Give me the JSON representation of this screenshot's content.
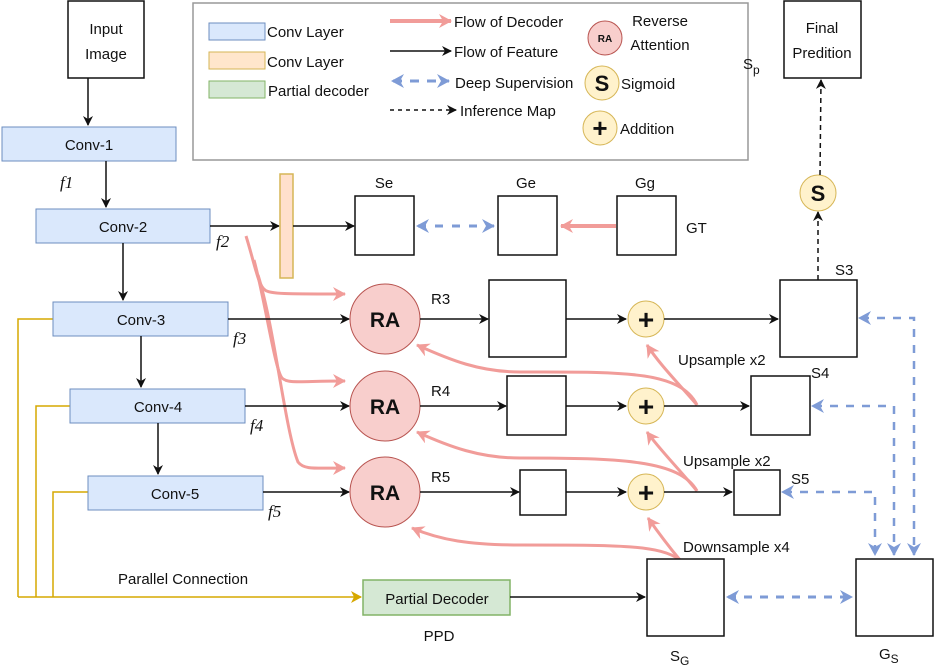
{
  "diagram": {
    "input_box": {
      "line1": "Input",
      "line2": "Image"
    },
    "final_box": {
      "line1": "Final",
      "line2": "Predition"
    },
    "encoder": [
      {
        "label": "Conv-1",
        "feature": "f1"
      },
      {
        "label": "Conv-2",
        "feature": "f2"
      },
      {
        "label": "Conv-3",
        "feature": "f3"
      },
      {
        "label": "Conv-4",
        "feature": "f4"
      },
      {
        "label": "Conv-5",
        "feature": "f5"
      }
    ],
    "ra_label": "RA",
    "ra_outputs": [
      "R3",
      "R4",
      "R5"
    ],
    "side_outputs": [
      "S3",
      "S4",
      "S5"
    ],
    "edge_maps": {
      "se": "Se",
      "ge": "Ge",
      "gg": "Gg",
      "gt": "GT"
    },
    "sp_label": {
      "main": "S",
      "sub": "p"
    },
    "sg_label": {
      "main": "S",
      "sub": "G"
    },
    "gs_label": {
      "main": "G",
      "sub": "S"
    },
    "sigmoid_symbol": "S",
    "addition_symbol": "+",
    "resample_labels": [
      "Upsample x2",
      "Upsample x2",
      "Downsample x4"
    ],
    "parallel_connection": "Parallel Connection",
    "partial_decoder": "Partial Decoder",
    "ppd": "PPD"
  },
  "legend": {
    "swatches": [
      {
        "label": "Conv Layer",
        "fill": "#dae8fc",
        "stroke": "#6c8ebf"
      },
      {
        "label": "Conv Layer",
        "fill": "#ffe6cc",
        "stroke": "#d6b656"
      },
      {
        "label": "Partial decoder",
        "fill": "#d5e8d4",
        "stroke": "#82b366"
      }
    ],
    "arrows": [
      {
        "label": "Flow of Decoder",
        "kind": "decoder"
      },
      {
        "label": "Flow of Feature",
        "kind": "feature"
      },
      {
        "label": "Deep Supervision",
        "kind": "supervision"
      },
      {
        "label": "Inference Map",
        "kind": "inference"
      }
    ],
    "symbols": [
      {
        "glyph": "RA",
        "label1": "Reverse",
        "label2": "Attention"
      },
      {
        "glyph": "S",
        "label1": "Sigmoid"
      },
      {
        "glyph": "+",
        "label1": "Addition"
      }
    ]
  },
  "colors": {
    "conv_fill": "#dae8fc",
    "conv_stroke": "#6c8ebf",
    "orange_fill": "#ffe0cc",
    "orange_stroke": "#d6b656",
    "green_fill": "#d5e8d4",
    "green_stroke": "#82b366",
    "ra_fill": "#f8cecc",
    "ra_stroke": "#b85450",
    "decoder_flow": "#f19c99",
    "supervision": "#7e9bd6",
    "parallel": "#d6a800",
    "op_fill": "#fff2cc",
    "op_stroke": "#d6b656"
  }
}
